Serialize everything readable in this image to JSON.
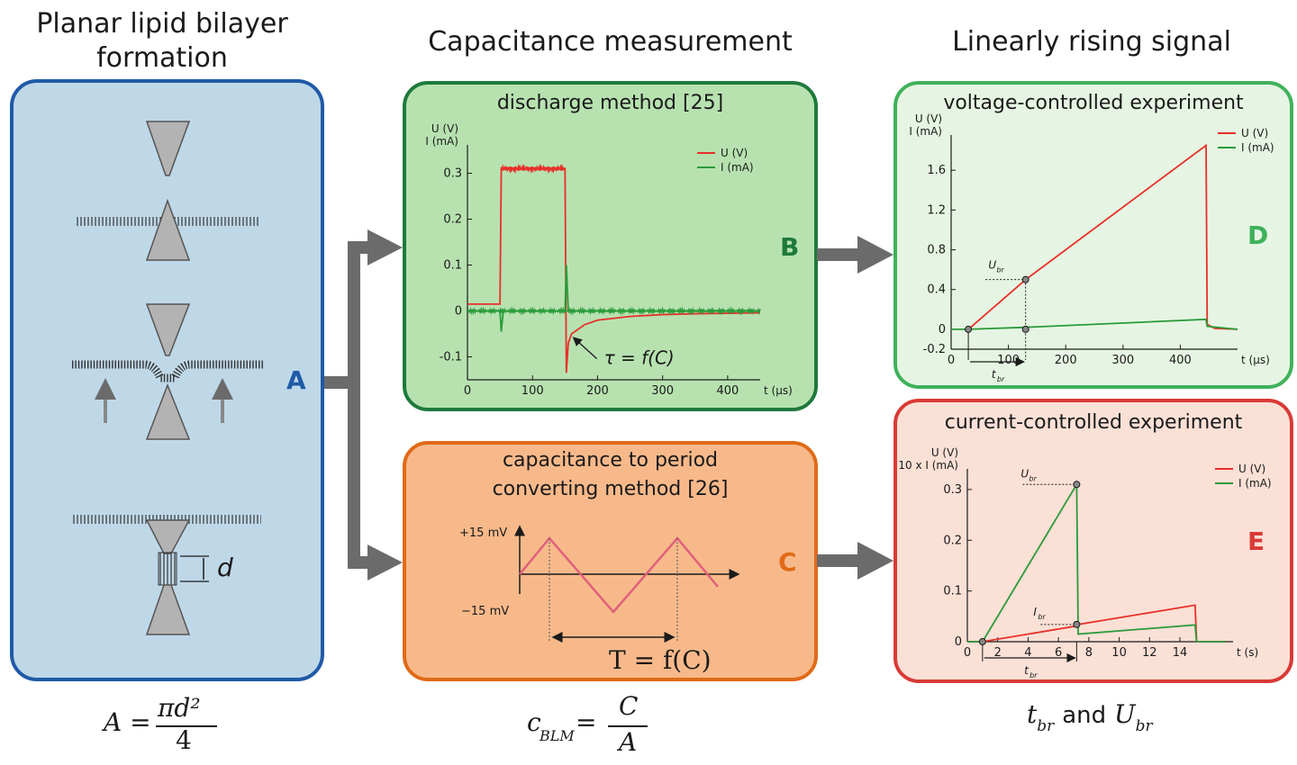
{
  "headings": {
    "col1": "Planar lipid bilayer formation",
    "col1_line1": "Planar lipid bilayer",
    "col1_line2": "formation",
    "col2": "Capacitance measurement",
    "col3": "Linearly rising signal"
  },
  "panel_a": {
    "letter": "A",
    "dimension_label": "d",
    "formula": {
      "lhs": "A =",
      "numerator": "πd²",
      "denominator": "4"
    }
  },
  "panel_b": {
    "letter": "B",
    "title": "discharge method [25]",
    "annotation": "τ = f(C)"
  },
  "panel_c": {
    "letter": "C",
    "title_line1": "capacitance to period",
    "title_line2": "converting method [26]",
    "plus_label": "+15 mV",
    "minus_label": "−15 mV",
    "period_label": "T = f(C)",
    "formula": {
      "lhs": "c",
      "lhs_sub": "BLM",
      "eq": "=",
      "numerator": "C",
      "denominator": "A"
    }
  },
  "panel_d": {
    "letter": "D",
    "title": "voltage-controlled experiment",
    "ubr_label": "U",
    "ubr_sub": "br",
    "tbr_label": "t",
    "tbr_sub": "br"
  },
  "panel_e": {
    "letter": "E",
    "title": "current-controlled experiment",
    "ubr_label": "U",
    "ubr_sub": "br",
    "ibr_label": "I",
    "ibr_sub": "br",
    "tbr_label": "t",
    "tbr_sub": "br",
    "bottom_text": {
      "t": "t",
      "t_sub": "br",
      "and": "and",
      "u": "U",
      "u_sub": "br"
    }
  },
  "colors": {
    "blue_panel_bg": "#bfd8e8",
    "blue_panel_border": "#1f5aa6",
    "green_panel_bg": "#b7e2b0",
    "green_panel_border": "#1e7a3c",
    "light_green_bg": "#e6f5e3",
    "light_green_border": "#3fb15a",
    "orange_panel_bg": "#f8b98a",
    "orange_panel_border": "#e06a18",
    "red_panel_bg": "#fbe0d6",
    "red_panel_border": "#d93a36",
    "signal_red": "#e8302a",
    "signal_green": "#2a9a3a",
    "triangle_pink": "#e0607a",
    "arrow_gray": "#6b6b6b"
  },
  "chart_data": [
    {
      "type": "line",
      "panel": "B",
      "ylabel_line1": "U (V)",
      "ylabel_line2": "I (mA)",
      "xlabel": "t (µs)",
      "xlim": [
        0,
        450
      ],
      "ylim": [
        -0.15,
        0.35
      ],
      "xticks": [
        0,
        100,
        200,
        300,
        400
      ],
      "yticks": [
        -0.1,
        0,
        0.1,
        0.2,
        0.3
      ],
      "ytick_labels": [
        "-0.1",
        "0",
        "0.1",
        "0.2",
        "0.3"
      ],
      "series": [
        {
          "name": "U (V)",
          "color": "#e8302a",
          "x": [
            0,
            50,
            52,
            150,
            152,
            155,
            160,
            180,
            200,
            250,
            300,
            350,
            400,
            450
          ],
          "y": [
            0.015,
            0.015,
            0.31,
            0.31,
            -0.135,
            -0.07,
            -0.05,
            -0.03,
            -0.02,
            -0.012,
            -0.008,
            -0.006,
            -0.005,
            -0.004
          ]
        },
        {
          "name": "I (mA)",
          "color": "#2a9a3a",
          "x": [
            0,
            50,
            52,
            55,
            150,
            152,
            155,
            450
          ],
          "y": [
            0.0,
            0.0,
            -0.045,
            0.0,
            0.0,
            0.1,
            0.0,
            0.0
          ]
        }
      ],
      "legend": [
        "U (V)",
        "I (mA)"
      ],
      "legend_position": "top-right"
    },
    {
      "type": "line",
      "panel": "D",
      "ylabel_line1": "U (V)",
      "ylabel_line2": "I (mA)",
      "xlabel": "t (µs)",
      "xlim": [
        0,
        500
      ],
      "ylim": [
        -0.2,
        1.9
      ],
      "xticks": [
        0,
        100,
        200,
        300,
        400
      ],
      "xtick_labels": [
        "0",
        "100",
        "200",
        "300",
        "400"
      ],
      "yticks": [
        -0.2,
        0,
        0.4,
        0.8,
        1.2,
        1.6
      ],
      "ytick_labels": [
        "-0.2",
        "0",
        "0.4",
        "0.8",
        "1.2",
        "1.6"
      ],
      "series": [
        {
          "name": "U (V)",
          "color": "#e8302a",
          "x": [
            30,
            130,
            445,
            447,
            460,
            500
          ],
          "y": [
            0.0,
            0.5,
            1.85,
            0.05,
            0.01,
            0.0
          ]
        },
        {
          "name": "I (mA)",
          "color": "#2a9a3a",
          "x": [
            0,
            30,
            130,
            445,
            447,
            500
          ],
          "y": [
            0.0,
            0.0,
            0.02,
            0.1,
            0.03,
            0.0
          ]
        }
      ],
      "markers": {
        "ubr_x": 130,
        "ubr_y": 0.5,
        "start_x": 30
      },
      "legend": [
        "U (V)",
        "I (mA)"
      ],
      "legend_position": "top-right"
    },
    {
      "type": "line",
      "panel": "E",
      "ylabel_line1": "U (V)",
      "ylabel_line2": "10 x I (mA)",
      "xlabel": "t (s)",
      "xlim": [
        0,
        17.5
      ],
      "ylim": [
        0,
        0.33
      ],
      "xticks": [
        0,
        2,
        4,
        6,
        8,
        10,
        12,
        14
      ],
      "xtick_labels": [
        "0",
        "2",
        "4",
        "6",
        "8",
        "10",
        "12",
        "14"
      ],
      "yticks": [
        0,
        0.1,
        0.2,
        0.3
      ],
      "ytick_labels": [
        "0",
        "0.1",
        "0.2",
        "0.3"
      ],
      "series": [
        {
          "name": "U (V)",
          "color": "#e8302a",
          "x": [
            0,
            1,
            7.2,
            7.3,
            15,
            15.1,
            17
          ],
          "y": [
            0,
            0,
            0.031,
            0.034,
            0.072,
            0.0,
            0.0
          ]
        },
        {
          "name": "I (mA)",
          "color": "#2a9a3a",
          "x": [
            0,
            1,
            7.2,
            7.3,
            15,
            15.1,
            17
          ],
          "y": [
            0,
            0,
            0.31,
            0.015,
            0.033,
            0.0,
            0.0
          ]
        }
      ],
      "markers": {
        "ubr_x": 7.2,
        "ubr_y": 0.31,
        "ibr_y": 0.034,
        "start_x": 1
      },
      "legend": [
        "U (V)",
        "I (mA)"
      ],
      "legend_position": "top-right"
    }
  ]
}
